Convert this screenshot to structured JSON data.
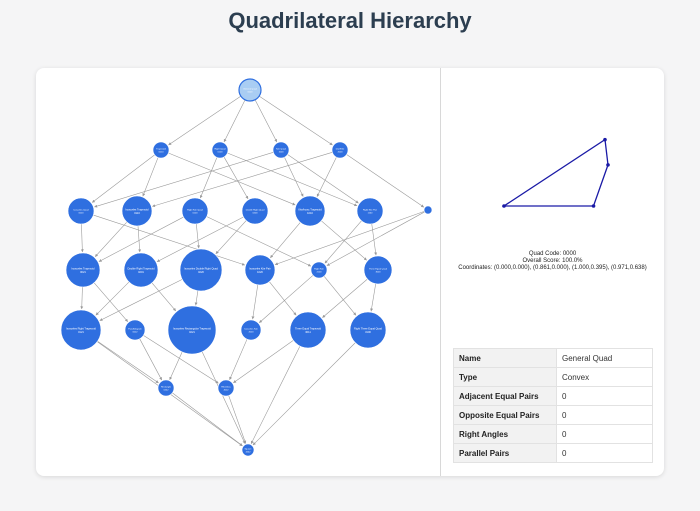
{
  "page": {
    "title": "Quadrilateral Hierarchy"
  },
  "hierarchy": {
    "nodes": [
      {
        "id": "n0",
        "label": "General Quad",
        "code": "0000",
        "r": 11,
        "root": true
      },
      {
        "id": "n1",
        "label": "Trapezoid",
        "code": "0010",
        "r": 8
      },
      {
        "id": "n2",
        "label": "Right Quad",
        "code": "0100",
        "r": 8
      },
      {
        "id": "n3",
        "label": "Kite Quad",
        "code": "1000",
        "r": 8
      },
      {
        "id": "n4",
        "label": "Dart/Kite",
        "code": "2000",
        "r": 8
      },
      {
        "id": "n5",
        "label": "Isosceles Quad",
        "code": "0020",
        "r": 13
      },
      {
        "id": "n6",
        "label": "Isosceles Trapezoid",
        "code": "0110",
        "r": 15
      },
      {
        "id": "n7",
        "label": "Right Kite Quad",
        "code": "0120",
        "r": 13
      },
      {
        "id": "n8",
        "label": "Double Right Quad",
        "code": "0200",
        "r": 13
      },
      {
        "id": "n9",
        "label": "Kite/Isosc Trapezoid",
        "code": "1010",
        "r": 15
      },
      {
        "id": "n10",
        "label": "Right Kite Pair",
        "code": "1100",
        "r": 13
      },
      {
        "id": "n11",
        "label": "Kite",
        "code": "2000",
        "r": 4
      },
      {
        "id": "n12",
        "label": "Isosceles Trapezoid",
        "code": "0021",
        "r": 17
      },
      {
        "id": "n13",
        "label": "Double Right Trapezoid",
        "code": "0201",
        "r": 17
      },
      {
        "id": "n14",
        "label": "Isosceles Double Right Quad",
        "code": "0220",
        "r": 21
      },
      {
        "id": "n15",
        "label": "Isosceles Kite Pair",
        "code": "1020",
        "r": 15
      },
      {
        "id": "n16",
        "label": "Right Kite",
        "code": "2100",
        "r": 8
      },
      {
        "id": "n17",
        "label": "Three Equal Quad",
        "code": "3000",
        "r": 14
      },
      {
        "id": "n18",
        "label": "Isosceles Right Trapezoid",
        "code": "0121",
        "r": 20
      },
      {
        "id": "n19",
        "label": "Parallelogram",
        "code": "0022",
        "r": 10
      },
      {
        "id": "n20",
        "label": "Isosceles Rectangular Trapezoid",
        "code": "0221",
        "r": 24
      },
      {
        "id": "n21",
        "label": "Isosceles Kite",
        "code": "2020",
        "r": 10
      },
      {
        "id": "n22",
        "label": "Three Equal Trapezoid",
        "code": "3011",
        "r": 18
      },
      {
        "id": "n23",
        "label": "Right Three Equal Quad",
        "code": "3100",
        "r": 18
      },
      {
        "id": "n24",
        "label": "Rectangle",
        "code": "0242",
        "r": 8
      },
      {
        "id": "n25",
        "label": "Rhombus",
        "code": "4022",
        "r": 8
      },
      {
        "id": "n26",
        "label": "Square",
        "code": "4242",
        "r": 6
      }
    ]
  },
  "quad": {
    "code_line": "Quad Code: 0000",
    "score_line": "Overall Score: 100.0%",
    "coords_line": "Coordinates: (0.000,0.000), (0.861,0.000), (1.000,0.395), (0.971,0.638)",
    "points": [
      [
        0.0,
        0.0
      ],
      [
        0.861,
        0.0
      ],
      [
        1.0,
        0.395
      ],
      [
        0.971,
        0.638
      ]
    ],
    "stroke_color": "#1a1aa6"
  },
  "properties": [
    {
      "key": "Name",
      "value": "General Quad"
    },
    {
      "key": "Type",
      "value": "Convex"
    },
    {
      "key": "Adjacent Equal Pairs",
      "value": "0"
    },
    {
      "key": "Opposite Equal Pairs",
      "value": "0"
    },
    {
      "key": "Right Angles",
      "value": "0"
    },
    {
      "key": "Parallel Pairs",
      "value": "0"
    }
  ],
  "colors": {
    "node": "#2f6fe0",
    "root": "#a9cdf3",
    "edge": "#9a9a9a"
  }
}
